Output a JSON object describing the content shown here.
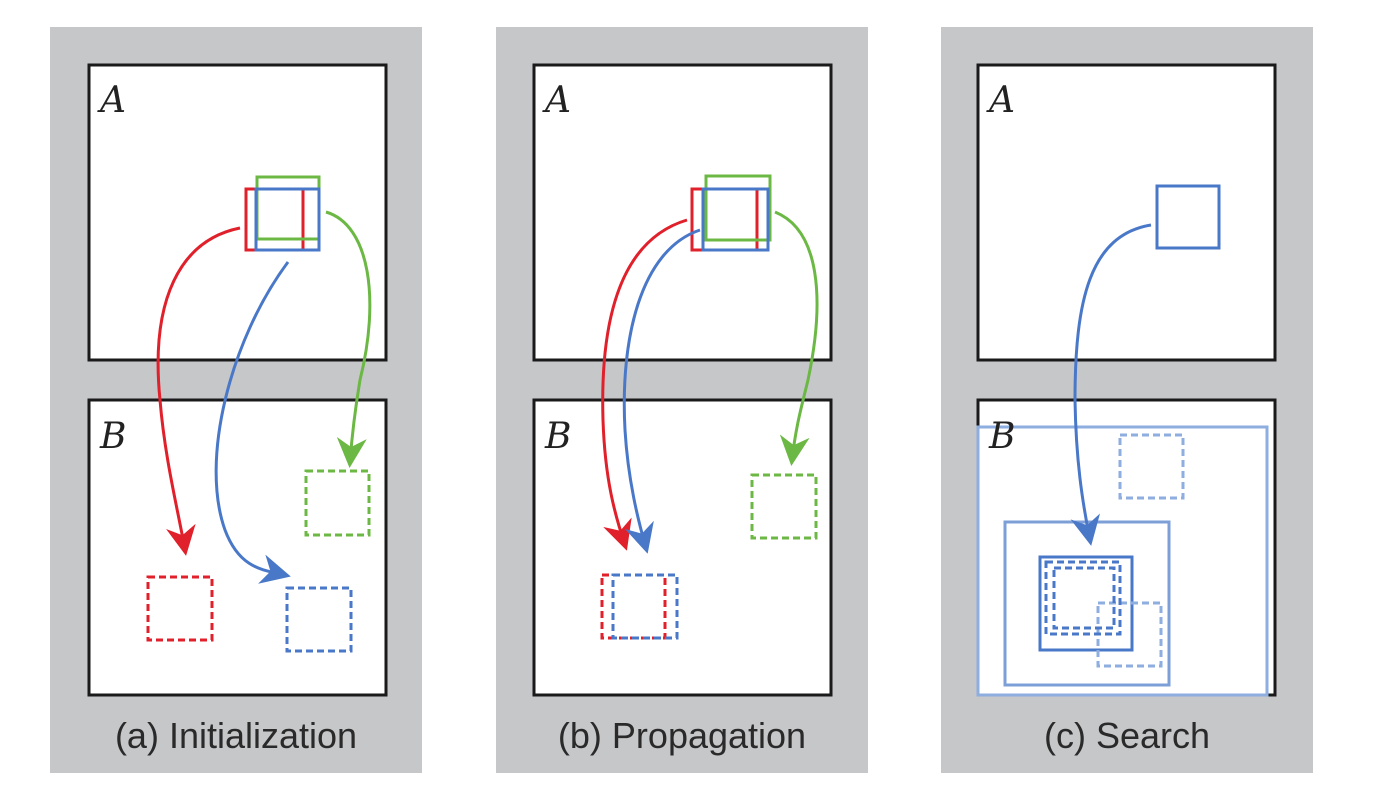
{
  "panels": [
    {
      "image_a_label": "A",
      "image_b_label": "B",
      "caption": "(a) Initialization"
    },
    {
      "image_a_label": "A",
      "image_b_label": "B",
      "caption": "(b) Propagation"
    },
    {
      "image_a_label": "A",
      "image_b_label": "B",
      "caption": "(c) Search"
    }
  ],
  "colors": {
    "panel_background": "#c6c7c9",
    "red": "#e0202a",
    "green": "#6cb844",
    "blue": "#4a78c8",
    "light_blue": "#8faee0"
  }
}
